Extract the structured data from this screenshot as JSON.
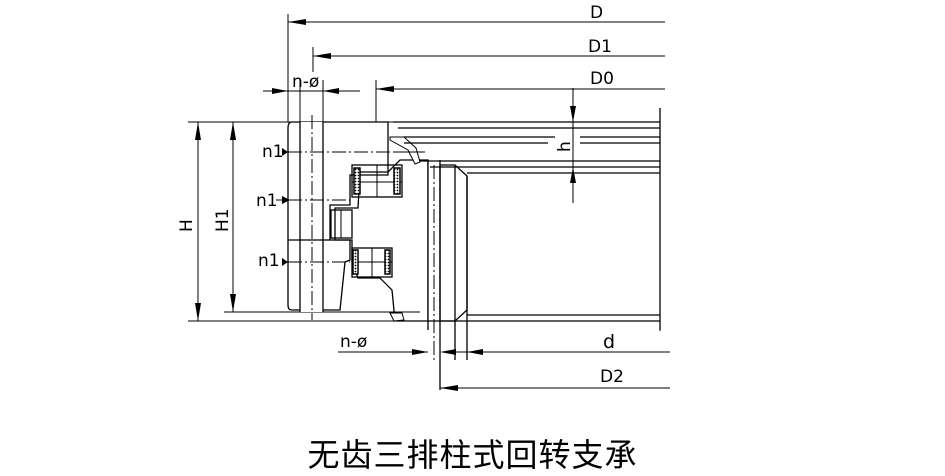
{
  "title": "无齿三排柱式回转支承",
  "dimensions": {
    "D": "D",
    "D1": "D1",
    "D0": "D0",
    "h": "h",
    "H": "H",
    "H1": "H1",
    "n1_top": "n1",
    "n1_mid": "n1",
    "n1_bot": "n1",
    "n_phi_top": "n-ø",
    "n_phi_bottom": "n-ø",
    "d": "d",
    "D2": "D2"
  },
  "colors": {
    "line": "#000000",
    "background": "#ffffff"
  }
}
